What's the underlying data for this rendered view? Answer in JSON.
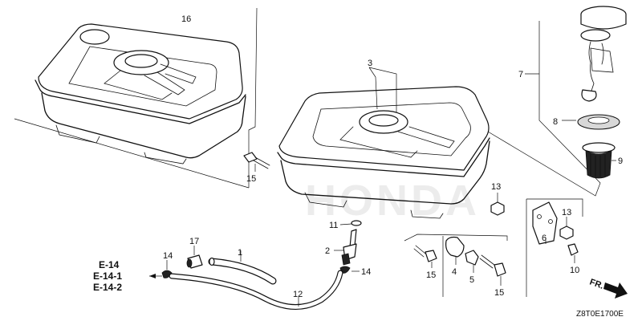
{
  "callouts": {
    "c1": "1",
    "c2": "2",
    "c3": "3",
    "c4": "4",
    "c5": "5",
    "c6": "6",
    "c7": "7",
    "c8": "8",
    "c9": "9",
    "c10": "10",
    "c11": "11",
    "c12": "12",
    "c13a": "13",
    "c13b": "13",
    "c14a": "14",
    "c14b": "14",
    "c15a": "15",
    "c15b": "15",
    "c15c": "15",
    "c16": "16",
    "c17": "17"
  },
  "references": [
    "E-14",
    "E-14-1",
    "E-14-2"
  ],
  "watermark": "HONDA",
  "direction_label": "FR.",
  "diagram_code": "Z8T0E1700E"
}
